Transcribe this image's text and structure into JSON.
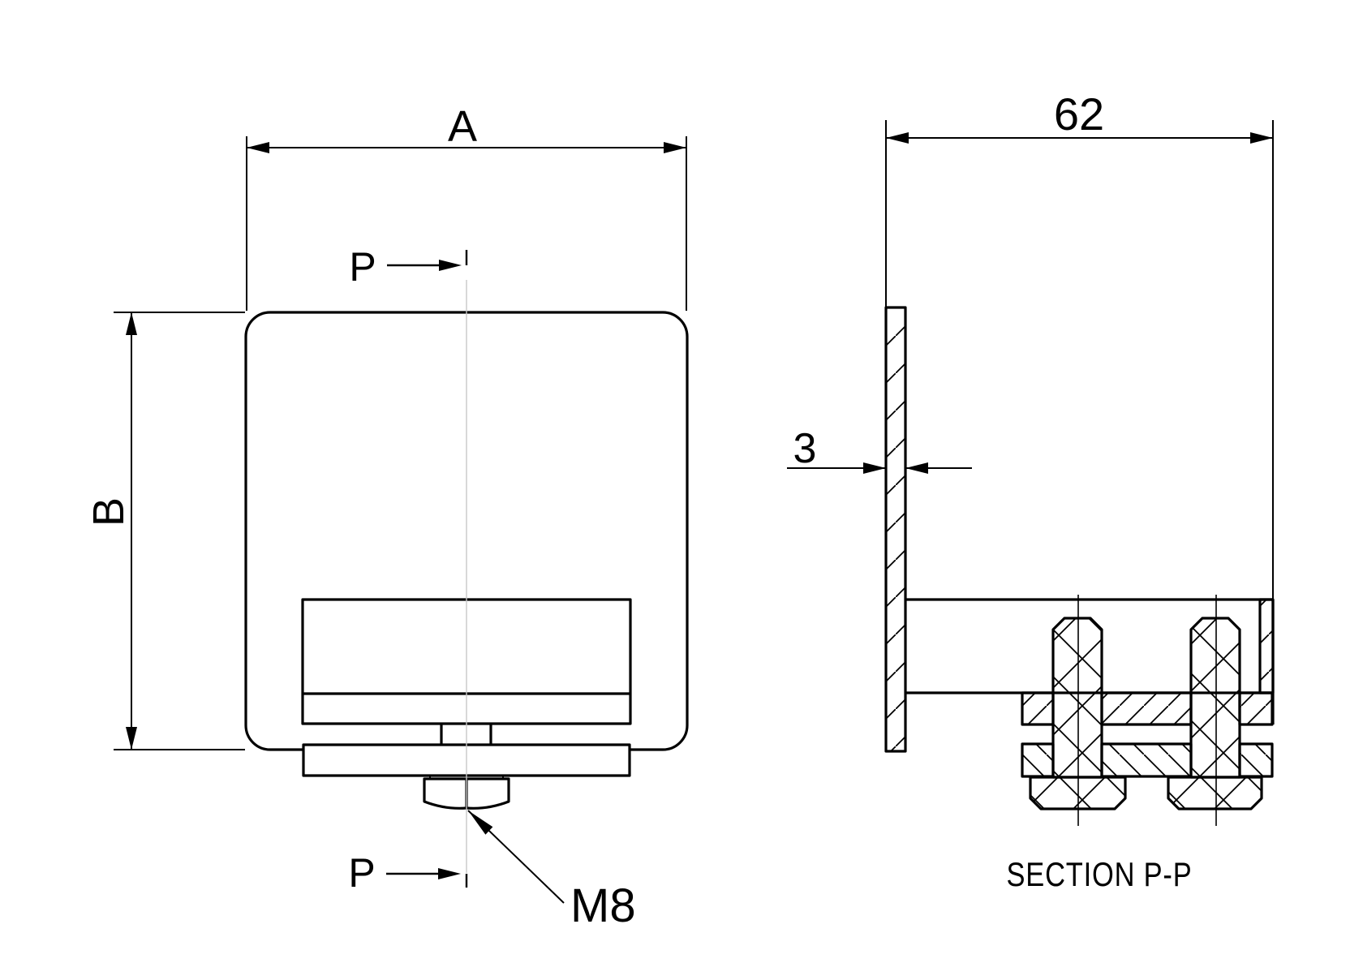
{
  "drawing": {
    "labels": {
      "dim_width": "A",
      "dim_height": "B",
      "dim_depth": "62",
      "dim_thickness": "3",
      "thread_callout": "M8",
      "cut_marker_top": "P",
      "cut_marker_bottom": "P",
      "section_title": "SECTION P-P"
    },
    "colors": {
      "line": "#000000",
      "centerline": "#c8c8c8",
      "background": "#ffffff"
    }
  }
}
